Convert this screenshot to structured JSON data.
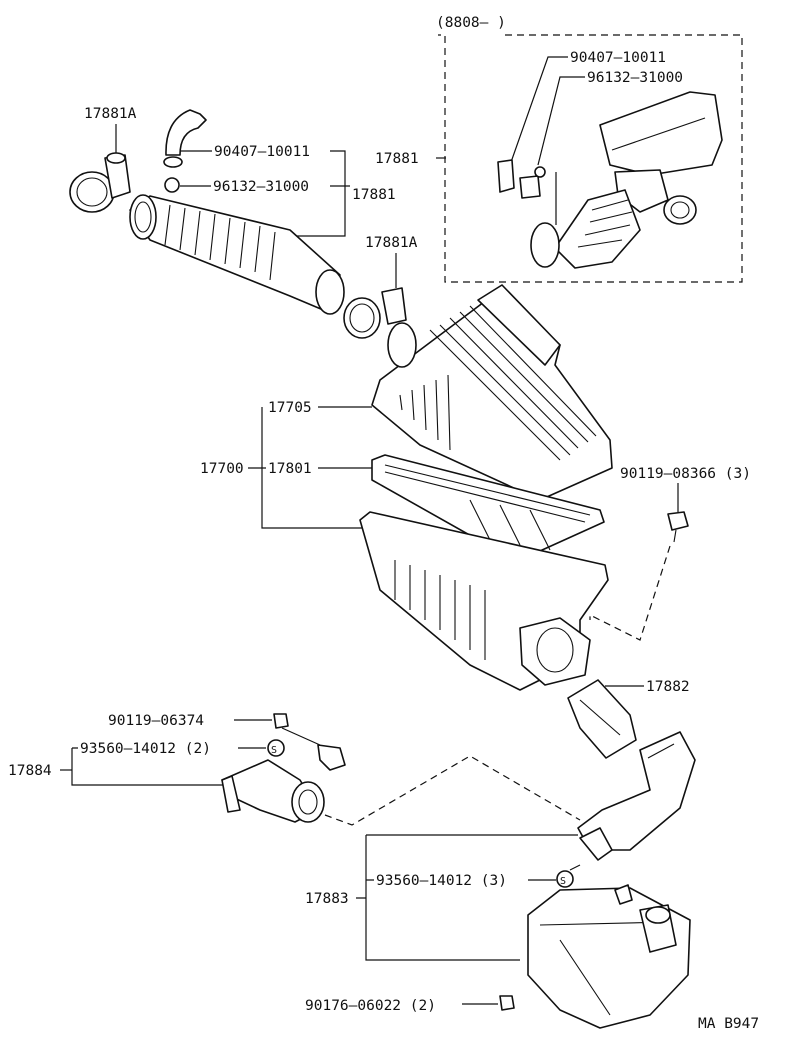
{
  "labels": {
    "date_range": "(8808–        )",
    "inset_90407": "90407–10011",
    "inset_96132": "96132–31000",
    "inset_17881": "17881",
    "p17881A_top": "17881A",
    "p90407": "90407–10011",
    "p96132": "96132–31000",
    "p17881": "17881",
    "p17881A_mid": "17881A",
    "p17705": "17705",
    "p17700": "17700",
    "p17801": "17801",
    "p90119_08366": "90119–08366 (3)",
    "p17882": "17882",
    "p90119_06374": "90119–06374",
    "p93560_a": "93560–14012 (2)",
    "p17884": "17884",
    "p93560_b": "93560–14012 (3)",
    "p17883": "17883",
    "p90176": "90176–06022 (2)",
    "figure_code": "MA B947",
    "s_mark": "S"
  }
}
